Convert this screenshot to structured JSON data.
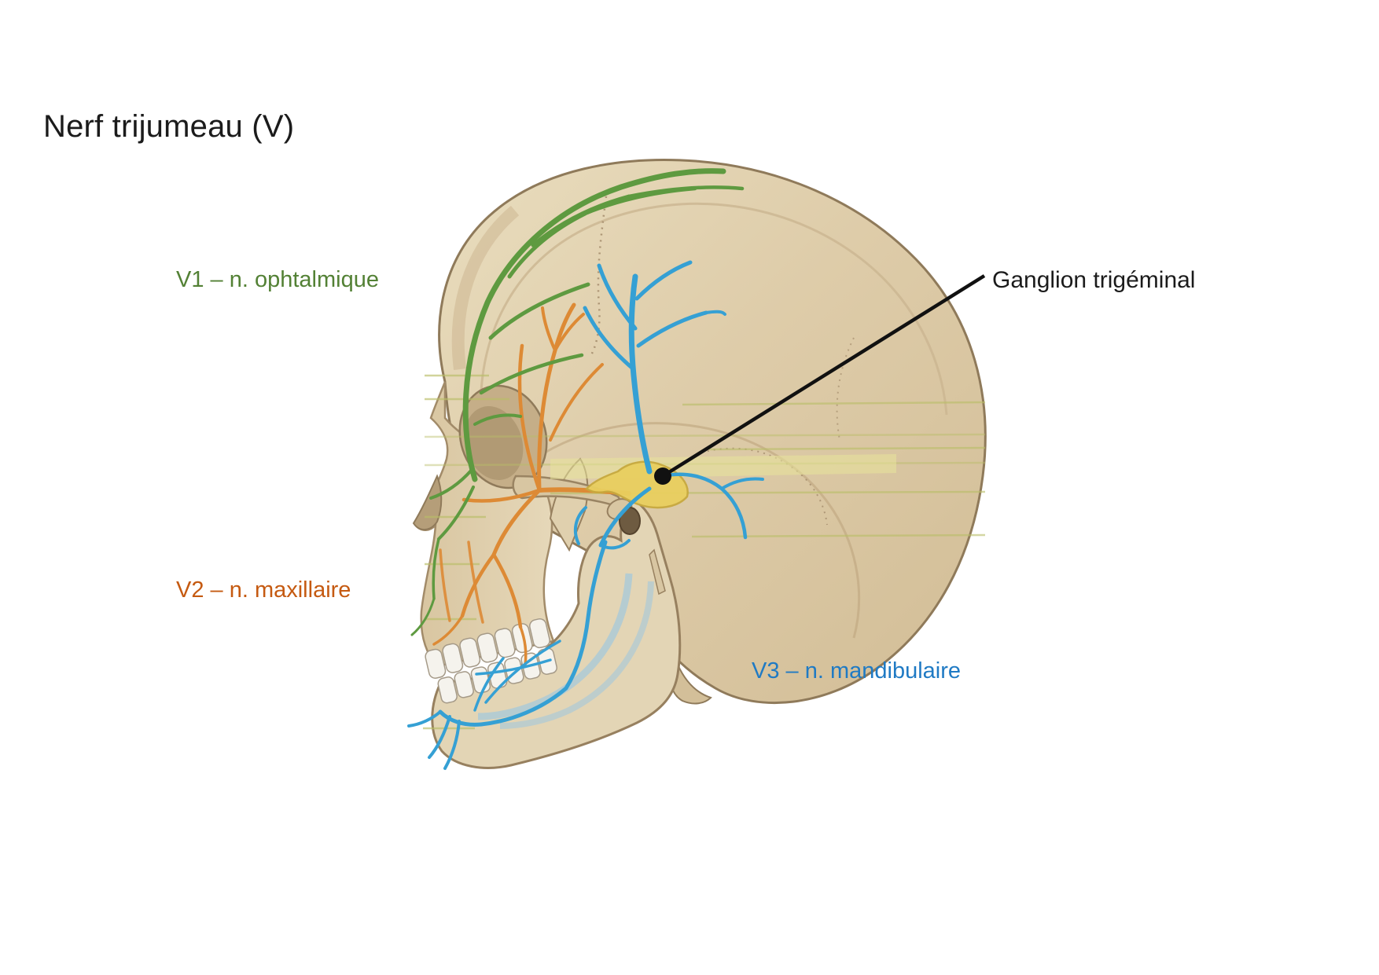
{
  "page": {
    "background": "#ffffff"
  },
  "title": {
    "text": "Nerf trijumeau (V)",
    "color": "#1b1b1b"
  },
  "labels": {
    "v1": {
      "text": "V1 – n. ophtalmique",
      "color": "#538135"
    },
    "v2": {
      "text": "V2 – n. maxillaire",
      "color": "#C55A11"
    },
    "v3": {
      "text": "V3 – n. mandibulaire",
      "color": "#1F7AC4"
    },
    "ganglion": {
      "text": "Ganglion trigéminal",
      "color": "#1b1b1b"
    }
  },
  "figure": {
    "name": "lateral-skull-with-trigeminal-nerve-branches",
    "colors": {
      "bone": "#DECCA9",
      "bone_light": "#EBE0C6",
      "bone_shadow": "#C2AA83",
      "outline": "#8F7A5A",
      "nerve_v1_green": "#5E9A40",
      "nerve_v2_orange": "#DD8A35",
      "nerve_v3_blue": "#35A0D4",
      "nerve_canal_pale_blue": "#A9C9D8",
      "ganglion_yellow": "#E9CF5F",
      "guide_line_olive": "#B9BE67",
      "pointer_black": "#111111"
    }
  }
}
